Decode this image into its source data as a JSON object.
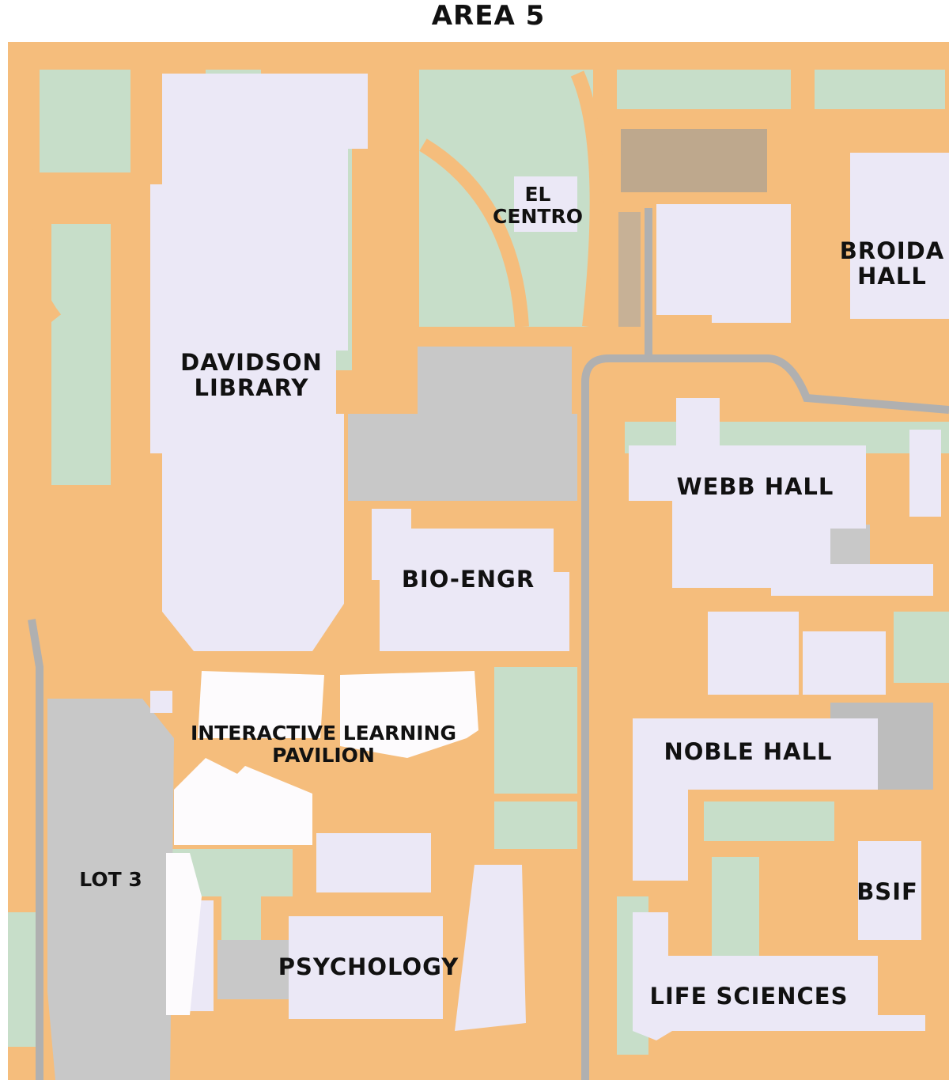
{
  "title": "AREA 5",
  "colors": {
    "walkway": "#f5bd7c",
    "lawn": "#c7dec9",
    "building": "#ebe8f6",
    "new_building": "#fdfbfd",
    "parking": "#c8c8c8",
    "road": "#a8a8a8"
  },
  "labels": {
    "davidson_1": "DAVIDSON",
    "davidson_2": "LIBRARY",
    "el_centro_1": "EL",
    "el_centro_2": "CENTRO",
    "broida_1": "BROIDA",
    "broida_2": "HALL",
    "webb": "WEBB HALL",
    "bio_engr": "BIO-ENGR",
    "ilp_1": "INTERACTIVE LEARNING",
    "ilp_2": "PAVILION",
    "noble": "NOBLE HALL",
    "lot3": "LOT 3",
    "bsif": "BSIF",
    "psychology": "PSYCHOLOGY",
    "life_sciences": "LIFE SCIENCES"
  }
}
